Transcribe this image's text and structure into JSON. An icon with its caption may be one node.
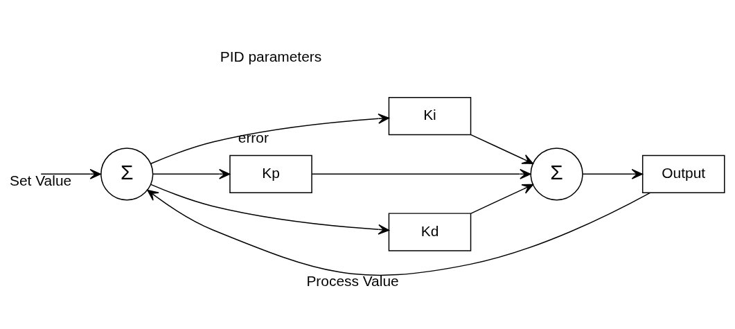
{
  "diagram": {
    "nodes": [
      {
        "text": [
          "Σ"
        ]
      },
      {
        "text": [
          "Kp"
        ]
      },
      {
        "text": [
          "Ki"
        ]
      },
      {
        "text": [
          "Kd"
        ]
      },
      {
        "text": [
          "Σ"
        ]
      },
      {
        "text": [
          "Output"
        ]
      }
    ],
    "edges": [
      {
        "from": null,
        "to": 0,
        "arrow": "to",
        "label": "Set Value"
      },
      {
        "from": 0,
        "to": 1,
        "arrow": "to"
      },
      {
        "from": 0,
        "to": 2,
        "arrow": "to",
        "label": "error"
      },
      {
        "from": 0,
        "to": 3,
        "arrow": "to"
      },
      {
        "from": 1,
        "to": 4,
        "arrow": "to"
      },
      {
        "from": 2,
        "to": 4,
        "arrow": "to"
      },
      {
        "from": 3,
        "to": 4,
        "arrow": "to"
      },
      {
        "from": 4,
        "to": 5,
        "arrow": "to"
      },
      {
        "from": 5,
        "to": 0,
        "arrow": "to",
        "label": "Process Value"
      }
    ],
    "labels": [
      "PID parameters"
    ]
  }
}
